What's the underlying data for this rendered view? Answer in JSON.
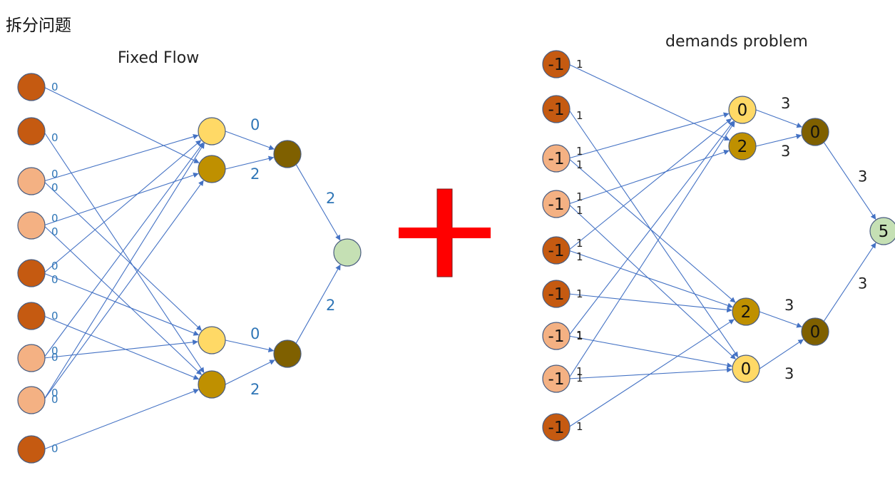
{
  "page_title": "拆分问题",
  "left_panel": {
    "title": "Fixed Flow"
  },
  "right_panel": {
    "title": "demands problem"
  },
  "colors": {
    "dark_orange": "#C55A11",
    "light_orange": "#F4B183",
    "yellow": "#FFD966",
    "gold": "#BF9000",
    "olive": "#7F6000",
    "light_green": "#C5E0B4",
    "edge": "#4472C4",
    "plus": "#FF0000"
  },
  "plus_icon": "red-plus-icon",
  "left_nodes": [
    {
      "id": "s1",
      "color": "dark_orange"
    },
    {
      "id": "s2",
      "color": "dark_orange"
    },
    {
      "id": "s3",
      "color": "light_orange"
    },
    {
      "id": "s4",
      "color": "light_orange"
    },
    {
      "id": "s5",
      "color": "dark_orange"
    },
    {
      "id": "s6",
      "color": "dark_orange"
    },
    {
      "id": "s7",
      "color": "light_orange"
    },
    {
      "id": "s8",
      "color": "light_orange"
    },
    {
      "id": "s9",
      "color": "dark_orange"
    },
    {
      "id": "m1",
      "color": "yellow"
    },
    {
      "id": "m2",
      "color": "gold"
    },
    {
      "id": "m3",
      "color": "yellow"
    },
    {
      "id": "m4",
      "color": "gold"
    },
    {
      "id": "o1",
      "color": "olive"
    },
    {
      "id": "o2",
      "color": "olive"
    },
    {
      "id": "t",
      "color": "light_green"
    }
  ],
  "left_edge_labels": [
    "0",
    "0",
    "0",
    "0",
    "0",
    "0",
    "0",
    "0",
    "0",
    "0",
    "0",
    "0",
    "0",
    "0",
    "0",
    "0",
    "0",
    "0"
  ],
  "left_mid_labels": [
    "0",
    "2",
    "0",
    "2"
  ],
  "left_top_labels": [
    "2",
    "2"
  ],
  "right_nodes": [
    {
      "id": "s1",
      "color": "dark_orange",
      "value": "-1"
    },
    {
      "id": "s2",
      "color": "dark_orange",
      "value": "-1"
    },
    {
      "id": "s3",
      "color": "light_orange",
      "value": "-1"
    },
    {
      "id": "s4",
      "color": "light_orange",
      "value": "-1"
    },
    {
      "id": "s5",
      "color": "dark_orange",
      "value": "-1"
    },
    {
      "id": "s6",
      "color": "dark_orange",
      "value": "-1"
    },
    {
      "id": "s7",
      "color": "light_orange",
      "value": "-1"
    },
    {
      "id": "s8",
      "color": "light_orange",
      "value": "-1"
    },
    {
      "id": "s9",
      "color": "dark_orange",
      "value": "-1"
    },
    {
      "id": "m1",
      "color": "yellow",
      "value": "0"
    },
    {
      "id": "m2",
      "color": "gold",
      "value": "2"
    },
    {
      "id": "m3",
      "color": "gold",
      "value": "2"
    },
    {
      "id": "m4",
      "color": "yellow",
      "value": "0"
    },
    {
      "id": "o1",
      "color": "olive",
      "value": "0"
    },
    {
      "id": "o2",
      "color": "olive",
      "value": "0"
    },
    {
      "id": "t",
      "color": "light_green",
      "value": "5"
    }
  ],
  "right_edge_labels": [
    "1",
    "1",
    "1",
    "1",
    "1",
    "1",
    "1",
    "1",
    "1",
    "1",
    "1",
    "1",
    "1",
    "1",
    "1",
    "1",
    "1",
    "1"
  ],
  "right_mid_labels": [
    "3",
    "3",
    "3",
    "3"
  ],
  "right_top_labels": [
    "3",
    "3"
  ]
}
